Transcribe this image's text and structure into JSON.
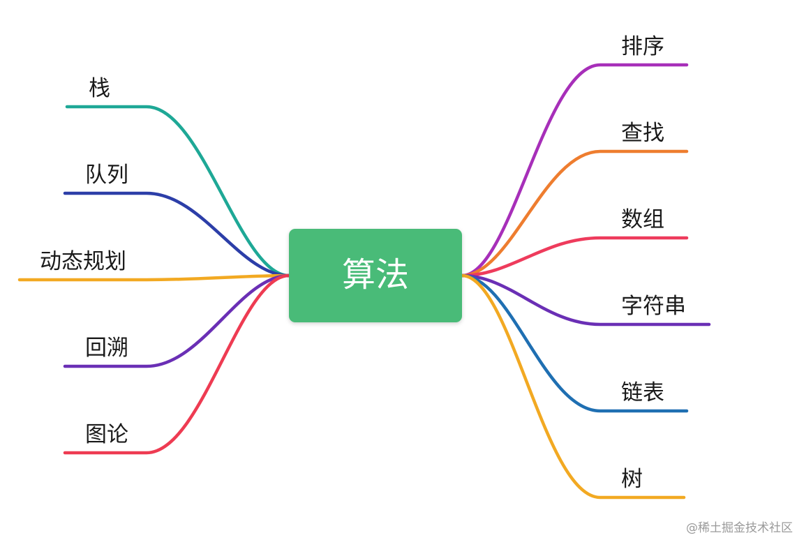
{
  "root": {
    "label": "算法",
    "color": "#48bb78"
  },
  "left_branches": [
    {
      "label": "栈",
      "color": "#1ea896"
    },
    {
      "label": "队列",
      "color": "#2c3ea8"
    },
    {
      "label": "动态规划",
      "color": "#f2a922"
    },
    {
      "label": "回溯",
      "color": "#6a2fb5"
    },
    {
      "label": "图论",
      "color": "#ee3b52"
    }
  ],
  "right_branches": [
    {
      "label": "排序",
      "color": "#a72fb9"
    },
    {
      "label": "查找",
      "color": "#ee7d2f"
    },
    {
      "label": "数组",
      "color": "#ee3b5c"
    },
    {
      "label": "字符串",
      "color": "#6a2fb5"
    },
    {
      "label": "链表",
      "color": "#1f6fb2"
    },
    {
      "label": "树",
      "color": "#f2a922"
    }
  ],
  "watermark": "@稀土掘金技术社区"
}
